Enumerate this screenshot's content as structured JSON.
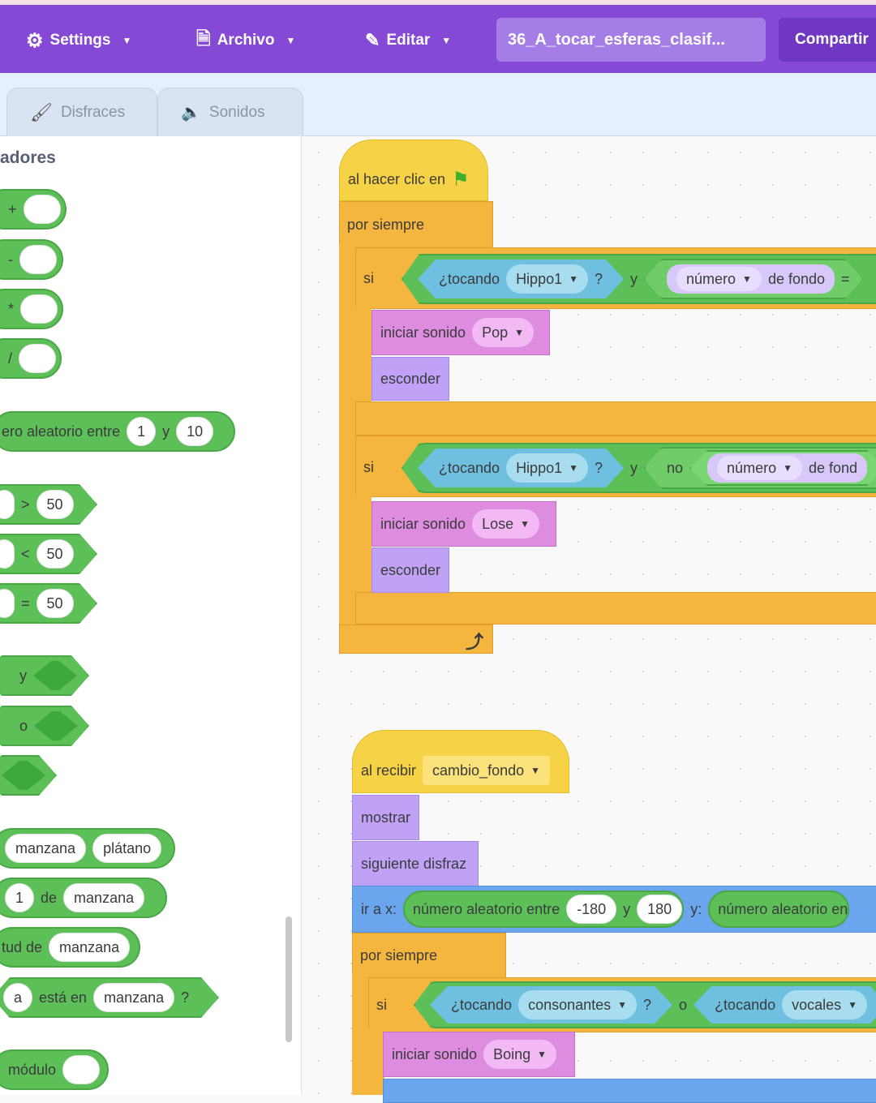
{
  "header": {
    "settings": "Settings",
    "file": "Archivo",
    "edit": "Editar",
    "project_title": "36_A_tocar_esferas_clasif...",
    "share": "Compartir"
  },
  "tabs": {
    "costumes": "Disfraces",
    "sounds": "Sonidos"
  },
  "colors": {
    "menubar": "#8549d6",
    "operators": "#5cbf58",
    "control": "#f5b640",
    "events": "#f6d346",
    "sound": "#dd8ce0",
    "looks": "#bfa2f6",
    "motion": "#6aa5ee",
    "sensing": "#6fc0e0"
  },
  "palette": {
    "category_title": "adores",
    "add": "+",
    "sub": "-",
    "mul": "*",
    "div": "/",
    "random": {
      "label": "ero aleatorio entre",
      "from": "1",
      "and": "y",
      "to": "10"
    },
    "gt": {
      "op": ">",
      "value": "50"
    },
    "lt": {
      "op": "<",
      "value": "50"
    },
    "eq": {
      "op": "=",
      "value": "50"
    },
    "and": "y",
    "or": "o",
    "join": {
      "a": "manzana",
      "b": "plátano"
    },
    "letter": {
      "index": "1",
      "of": "de",
      "word": "manzana"
    },
    "length": {
      "label": "tud de",
      "word": "manzana"
    },
    "contains": {
      "a": "a",
      "label": "está en",
      "word": "manzana",
      "q": "?"
    },
    "mod": "módulo"
  },
  "script1": {
    "hat": "al hacer clic en",
    "forever": "por siempre",
    "if1": {
      "si": "si",
      "touching": "¿tocando",
      "sprite": "Hippo1",
      "q": "?",
      "and": "y",
      "backdrop": "número",
      "of_backdrop": "de fondo",
      "eq": "="
    },
    "sound1": {
      "label": "iniciar sonido",
      "value": "Pop"
    },
    "hide1": "esconder",
    "if2": {
      "si": "si",
      "touching": "¿tocando",
      "sprite": "Hippo1",
      "q": "?",
      "and": "y",
      "not": "no",
      "backdrop": "número",
      "of_backdrop": "de fond"
    },
    "sound2": {
      "label": "iniciar sonido",
      "value": "Lose"
    },
    "hide2": "esconder"
  },
  "script2": {
    "hat": "al recibir",
    "message": "cambio_fondo",
    "show": "mostrar",
    "next_costume": "siguiente disfraz",
    "goto": {
      "label": "ir a x:",
      "random": "número aleatorio entre",
      "from": "-180",
      "and": "y",
      "to": "180",
      "y_label": "y:",
      "random2": "número aleatorio en"
    },
    "forever": "por siempre",
    "if": {
      "si": "si",
      "touching": "¿tocando",
      "sprite": "consonantes",
      "q": "?",
      "or": "o",
      "touching2": "¿tocando",
      "sprite2": "vocales"
    },
    "sound": {
      "label": "iniciar sonido",
      "value": "Boing"
    }
  }
}
